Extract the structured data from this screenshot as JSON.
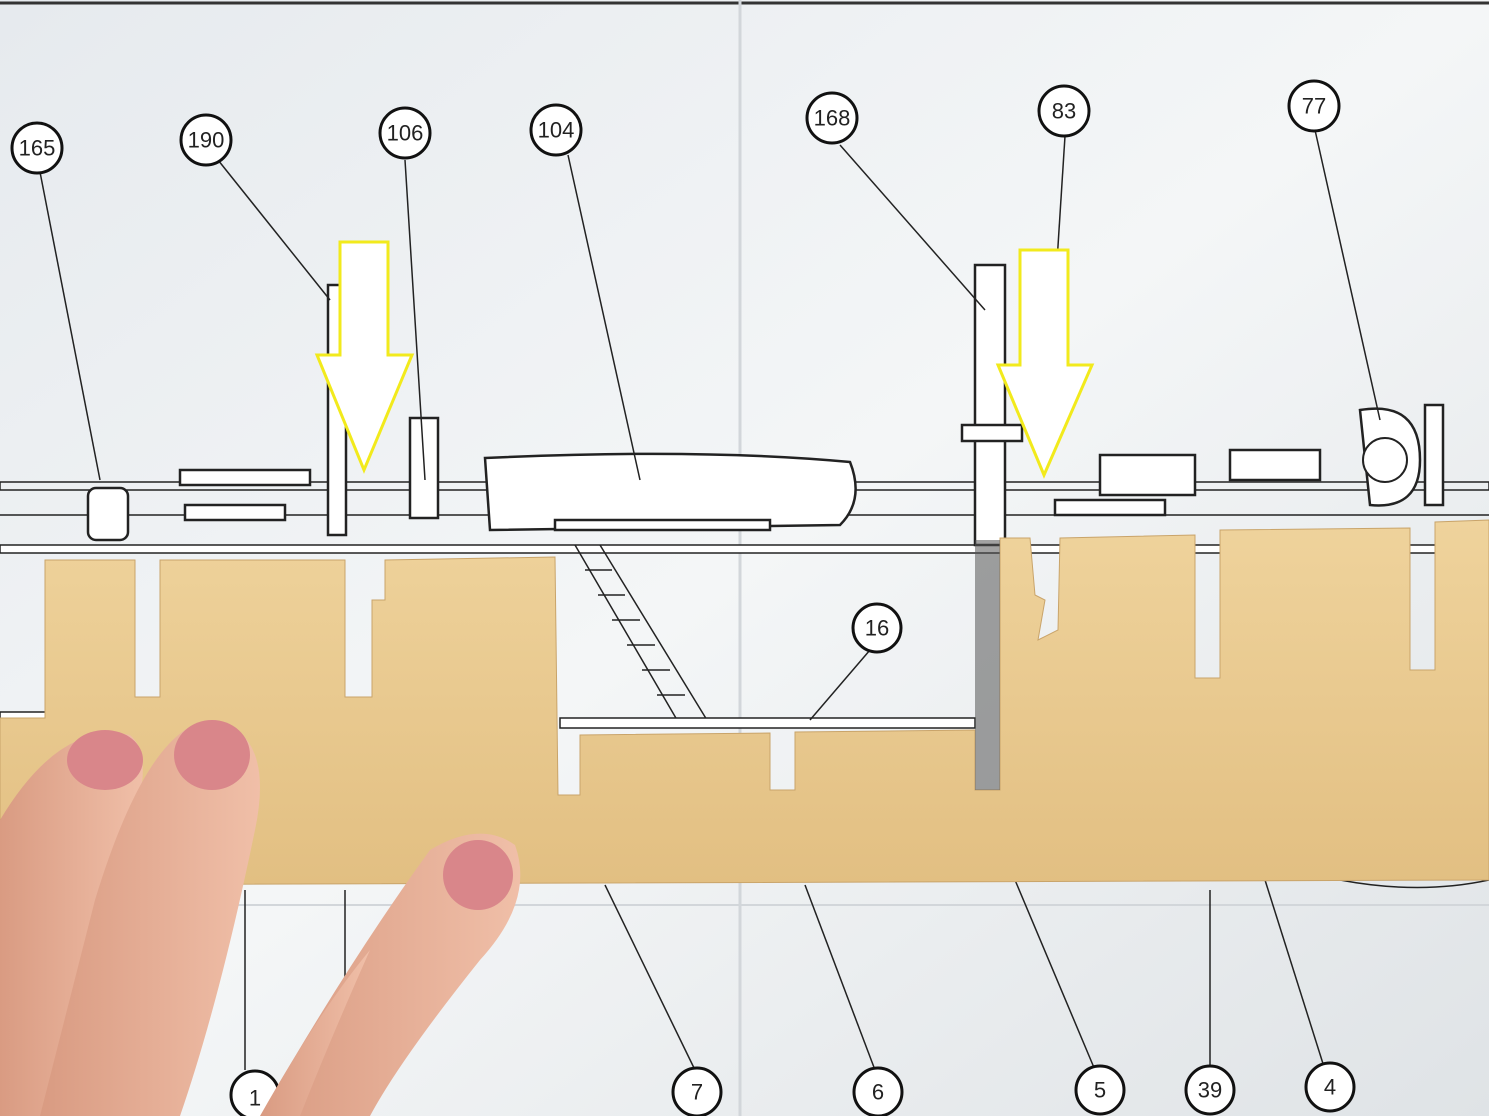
{
  "plan_callouts_top": [
    "165",
    "190",
    "106",
    "104",
    "168",
    "83",
    "77"
  ],
  "plan_callouts_middle": [
    "16"
  ],
  "plan_callouts_bottom": [
    "1",
    "7",
    "6",
    "5",
    "39",
    "4"
  ],
  "colors": {
    "paper": "#eef1f3",
    "wood": "#e8c98e",
    "arrow_fill": "#ffffff",
    "arrow_outline": "#f2ea1c",
    "skin": "#e5a98f"
  }
}
